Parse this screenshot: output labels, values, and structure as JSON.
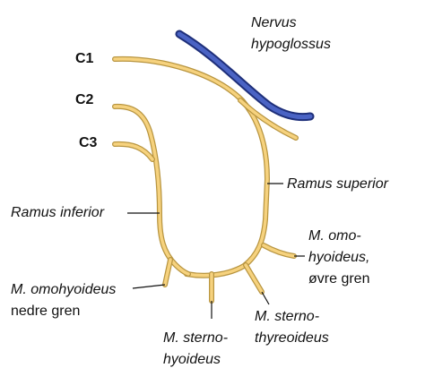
{
  "colors": {
    "nerve": "#F6D27E",
    "nerve_outline": "#B89540",
    "hypoglossal": "#4A63C4",
    "hypoglossal_outline": "#1E2F7A",
    "leader": "#111111"
  },
  "roots": {
    "c1": "C1",
    "c2": "C2",
    "c3": "C3"
  },
  "labels": {
    "hypoglossus_line1": "Nervus",
    "hypoglossus_line2": "hypoglossus",
    "ramus_superior": "Ramus superior",
    "ramus_inferior": "Ramus inferior",
    "omohyoid_upper_line1": "M. omo-",
    "omohyoid_upper_line2": "hyoideus,",
    "omohyoid_upper_line3": "øvre gren",
    "omohyoid_lower_line1": "M. omohyoideus",
    "omohyoid_lower_line2": "nedre gren",
    "sternohyoid_line1": "M. sterno-",
    "sternohyoid_line2": "hyoideus",
    "sternothyroid_line1": "M. sterno-",
    "sternothyroid_line2": "thyreoideus"
  }
}
